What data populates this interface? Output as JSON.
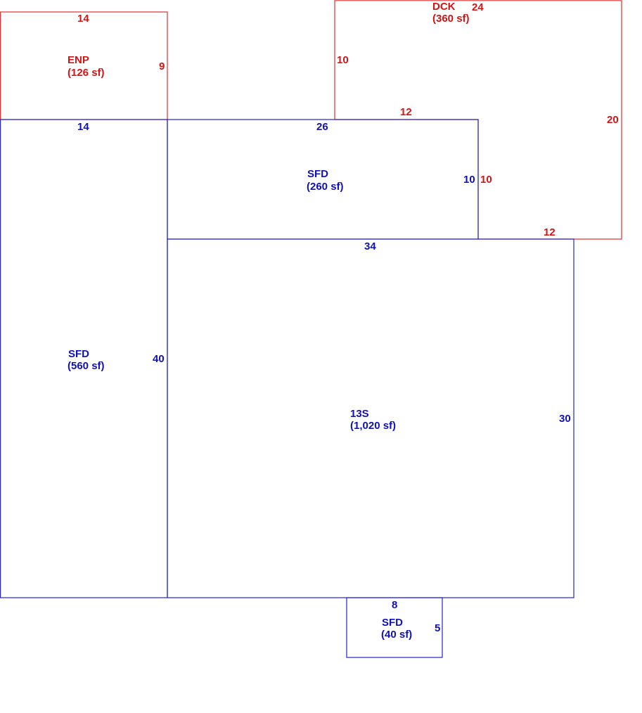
{
  "colors": {
    "deck_enp": "#d11414",
    "sfd_13s": "#1010b8"
  },
  "areas": {
    "enp": {
      "code": "ENP",
      "area": "(126 sf)",
      "dims": [
        "14",
        "9"
      ]
    },
    "dck": {
      "code": "DCK",
      "area": "(360 sf)",
      "dims": [
        "24",
        "10",
        "12",
        "20",
        "10",
        "12"
      ]
    },
    "sfd_top": {
      "code": "SFD",
      "area": "(260 sf)",
      "dims": [
        "26",
        "10"
      ]
    },
    "sfd_left": {
      "code": "SFD",
      "area": "(560 sf)",
      "dims": [
        "14",
        "40"
      ]
    },
    "s13": {
      "code": "13S",
      "area": "(1,020 sf)",
      "dims": [
        "34",
        "30"
      ]
    },
    "sfd_small": {
      "code": "SFD",
      "area": "(40 sf)",
      "dims": [
        "8",
        "5"
      ]
    }
  }
}
